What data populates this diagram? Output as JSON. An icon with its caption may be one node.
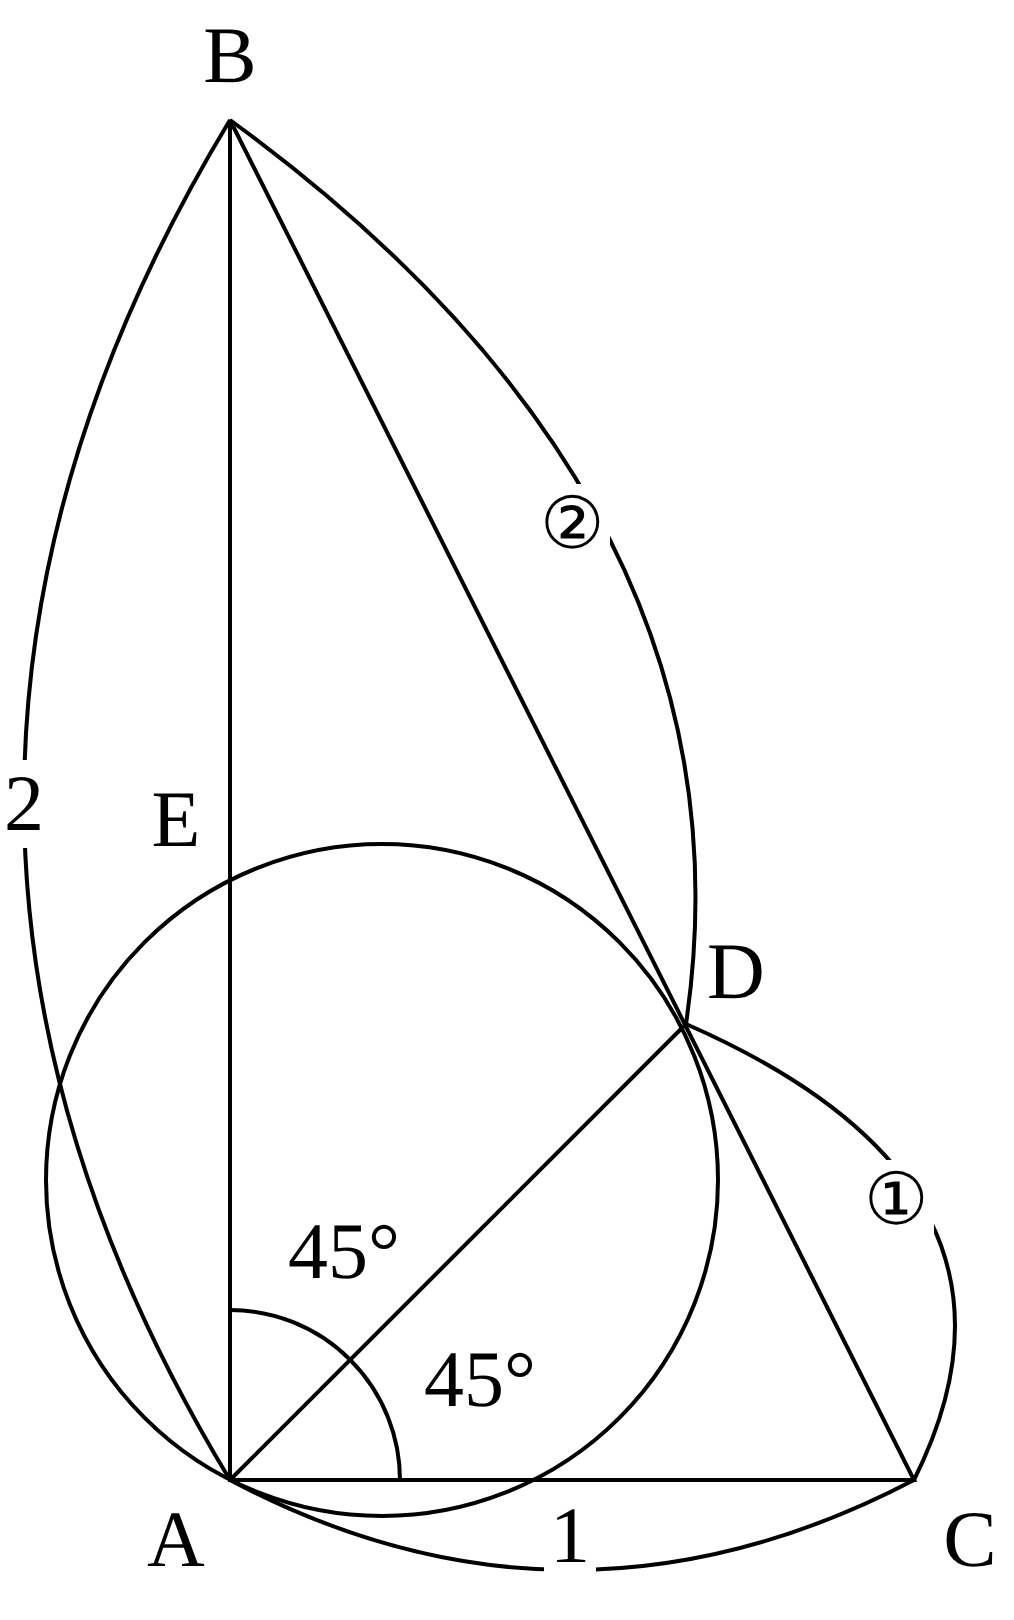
{
  "diagram": {
    "labels": [
      "B",
      "②",
      "2",
      "E",
      "D",
      "①",
      "45°",
      "45°",
      "A",
      "1",
      "C"
    ]
  }
}
